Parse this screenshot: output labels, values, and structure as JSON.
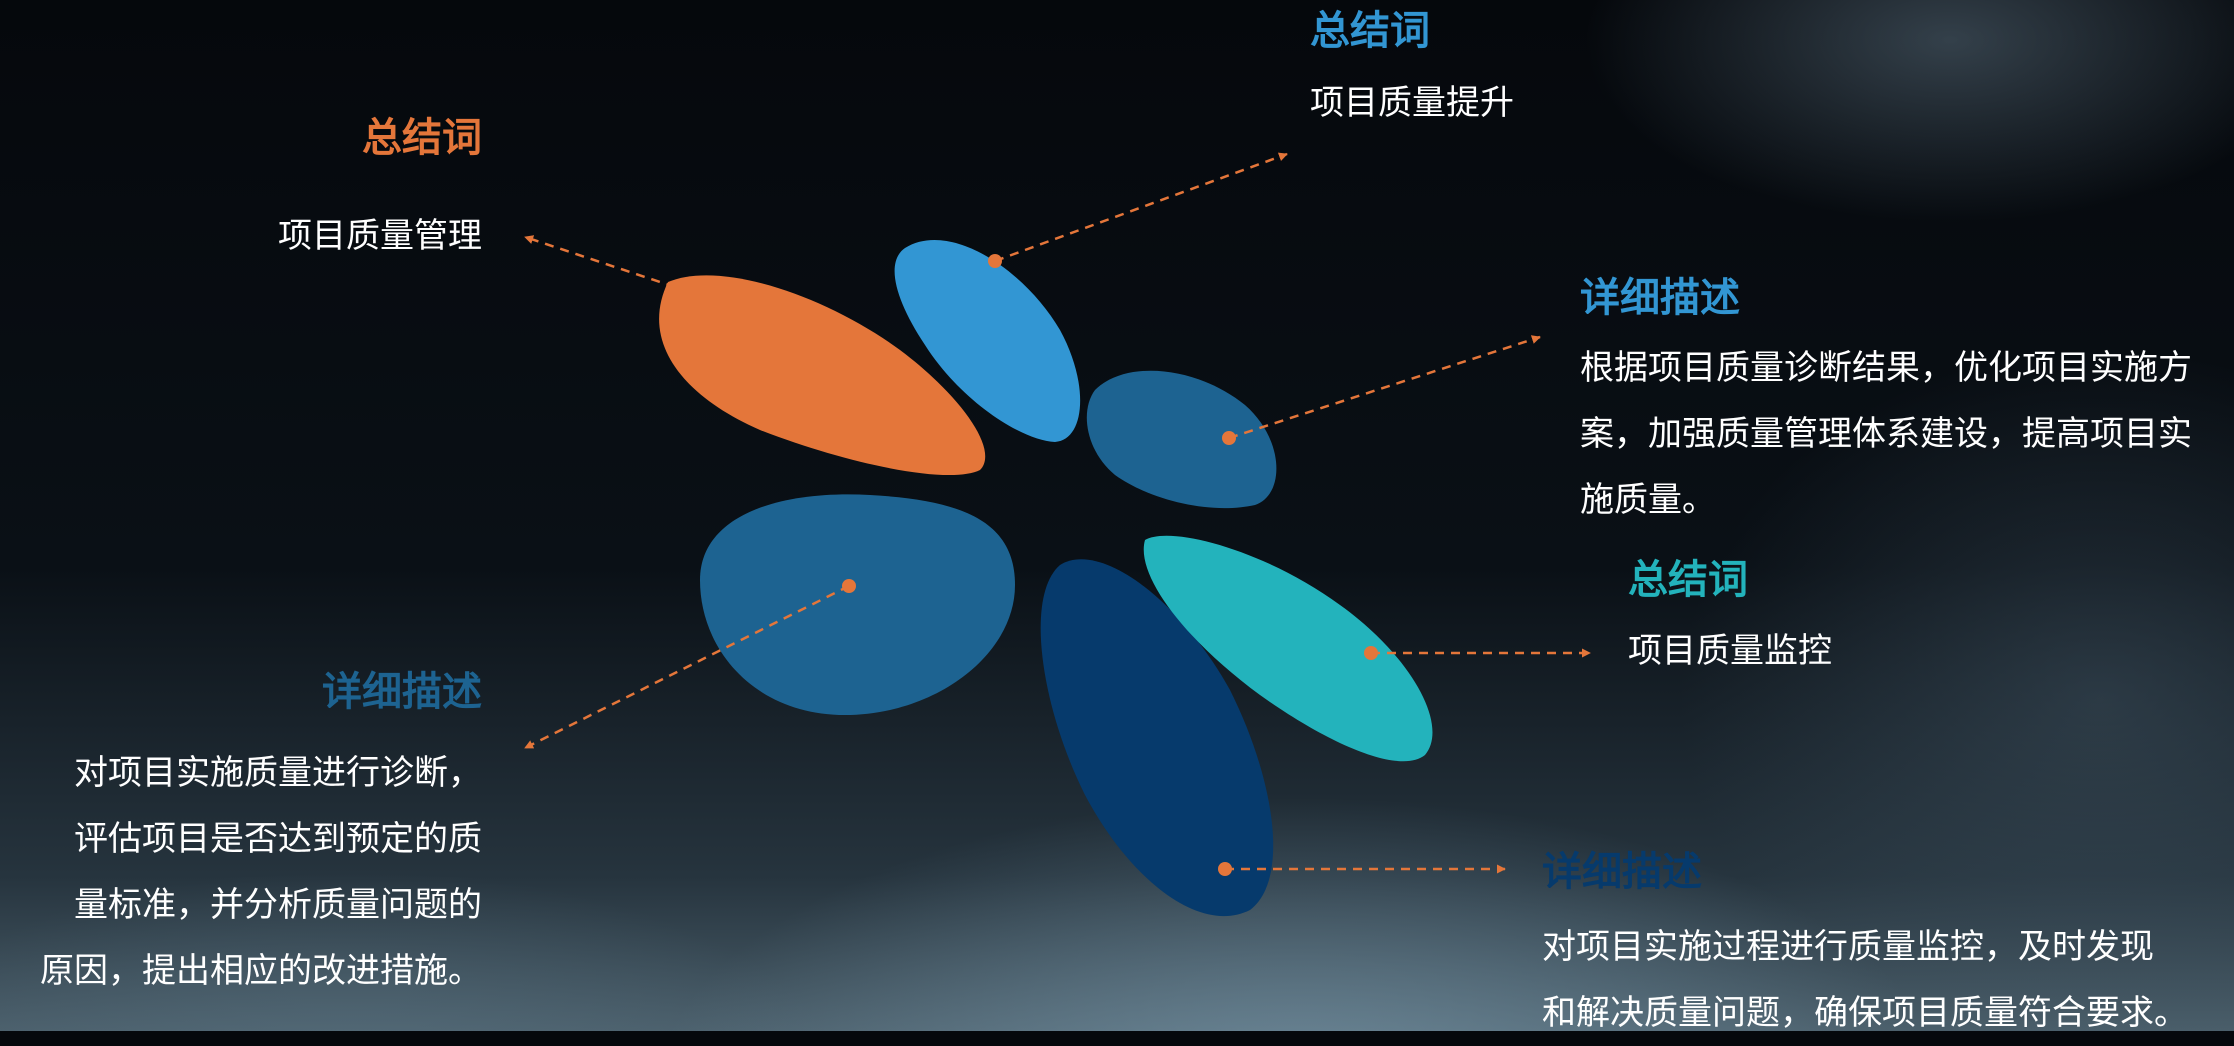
{
  "colors": {
    "orange": "#e4763a",
    "light_blue": "#3296d3",
    "mid_blue": "#1d6391",
    "dark_blue": "#063a6c",
    "teal": "#23b3bc",
    "heading_dark_blue": "#1d6391",
    "text": "#ffffff"
  },
  "blocks": {
    "top_left": {
      "heading": "总结词",
      "text": "项目质量管理",
      "heading_color": "#e4763a"
    },
    "top_center": {
      "heading": "总结词",
      "text": "项目质量提升",
      "heading_color": "#3296d3"
    },
    "right_upper": {
      "heading": "详细描述",
      "lines": [
        "根据项目质量诊断结果，优化项目实施方",
        "案，加强质量管理体系建设，提高项目实",
        "施质量。"
      ],
      "heading_color": "#3296d3"
    },
    "right_middle": {
      "heading": "总结词",
      "text": "项目质量监控",
      "heading_color": "#23b3bc"
    },
    "left_lower": {
      "heading": "详细描述",
      "lines": [
        "对项目实施质量进行诊断，",
        "评估项目是否达到预定的质",
        "量标准，并分析质量问题的",
        "原因，提出相应的改进措施。"
      ],
      "heading_color": "#1d6391"
    },
    "bottom_right": {
      "heading": "详细描述",
      "lines": [
        "对项目实施过程进行质量监控，及时发现",
        "和解决质量问题，确保项目质量符合要求。"
      ],
      "heading_color": "#063a6c"
    }
  }
}
